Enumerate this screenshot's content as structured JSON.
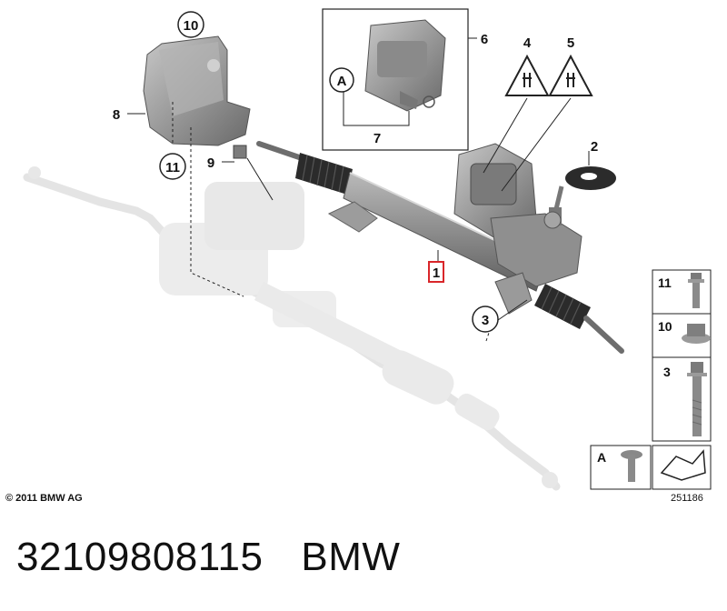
{
  "callouts": {
    "c1": "1",
    "c2": "2",
    "c3": "3",
    "c4": "4",
    "c5": "5",
    "c6": "6",
    "c7": "7",
    "c8": "8",
    "c9": "9",
    "c10": "10",
    "c11": "11",
    "cA": "A"
  },
  "legend": {
    "items": [
      "11",
      "10",
      "3"
    ],
    "a_label": "A"
  },
  "copyright": "© 2011 BMW AG",
  "diagram_number": "251186",
  "footer": {
    "part_number": "32109808115",
    "brand": "BMW"
  },
  "colors": {
    "highlight_box": "#d9262a",
    "part_shade": "#8a8a8a",
    "ghost_part": "#d2d2d2"
  }
}
